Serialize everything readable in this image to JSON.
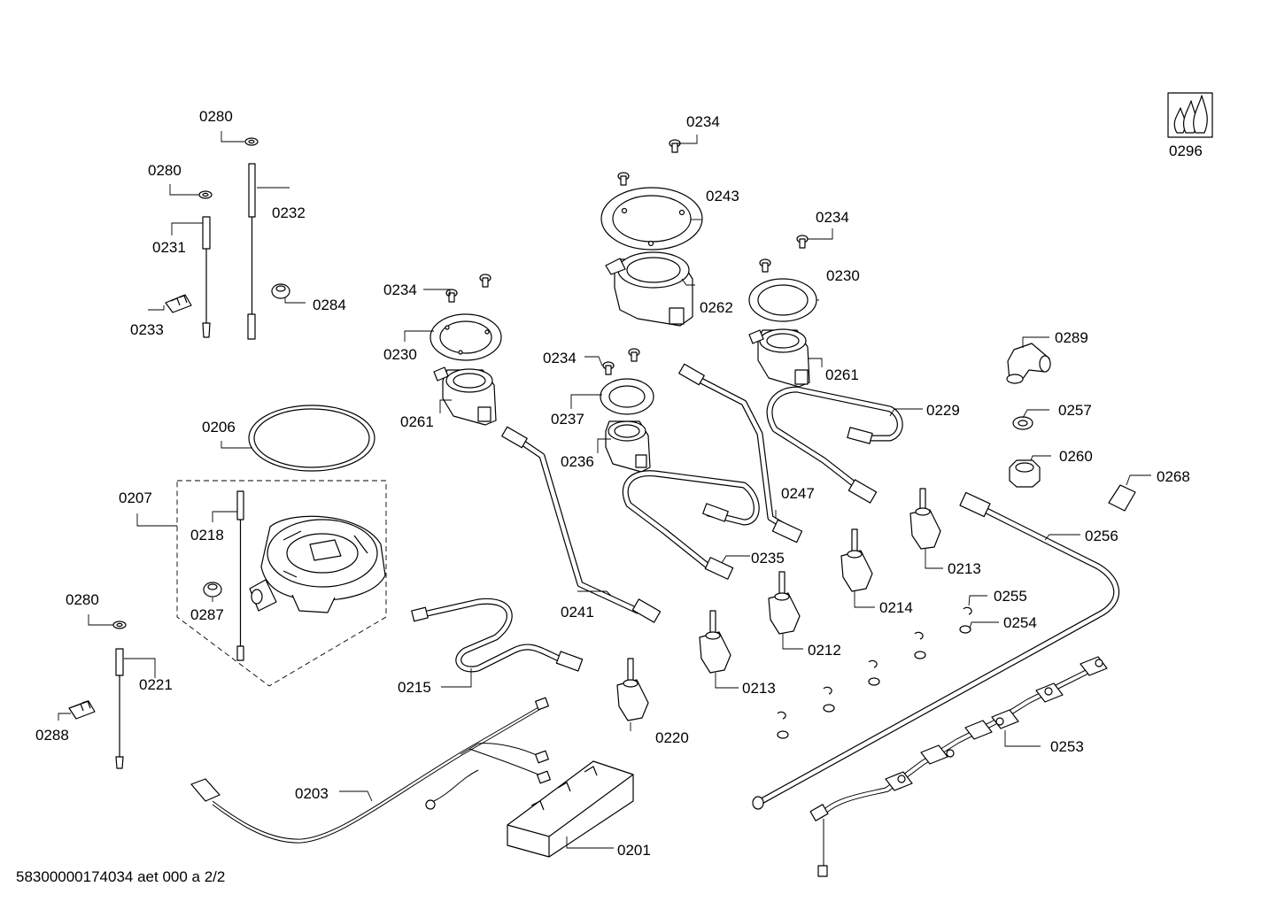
{
  "footer": {
    "document_id": "58300000174034 aet 000 a 2/2"
  },
  "icon_label": "0296",
  "labels": {
    "l0280a": "0280",
    "l0280b": "0280",
    "l0232": "0232",
    "l0231": "0231",
    "l0284": "0284",
    "l0233": "0233",
    "l0206": "0206",
    "l0207": "0207",
    "l0218": "0218",
    "l0287": "0287",
    "l0280c": "0280",
    "l0221": "0221",
    "l0288": "0288",
    "l0203": "0203",
    "l0234a": "0234",
    "l0230a": "0230",
    "l0261a": "0261",
    "l0234b": "0234",
    "l0237": "0237",
    "l0236": "0236",
    "l0215": "0215",
    "l0241": "0241",
    "l0220": "0220",
    "l0201": "0201",
    "l0234c": "0234",
    "l0243": "0243",
    "l0262": "0262",
    "l0234d": "0234",
    "l0230b": "0230",
    "l0261b": "0261",
    "l0229": "0229",
    "l0247": "0247",
    "l0235": "0235",
    "l0213a": "0213",
    "l0214": "0214",
    "l0212": "0212",
    "l0213b": "0213",
    "l0289": "0289",
    "l0257": "0257",
    "l0260": "0260",
    "l0268": "0268",
    "l0256": "0256",
    "l0255": "0255",
    "l0254": "0254",
    "l0253": "0253"
  }
}
